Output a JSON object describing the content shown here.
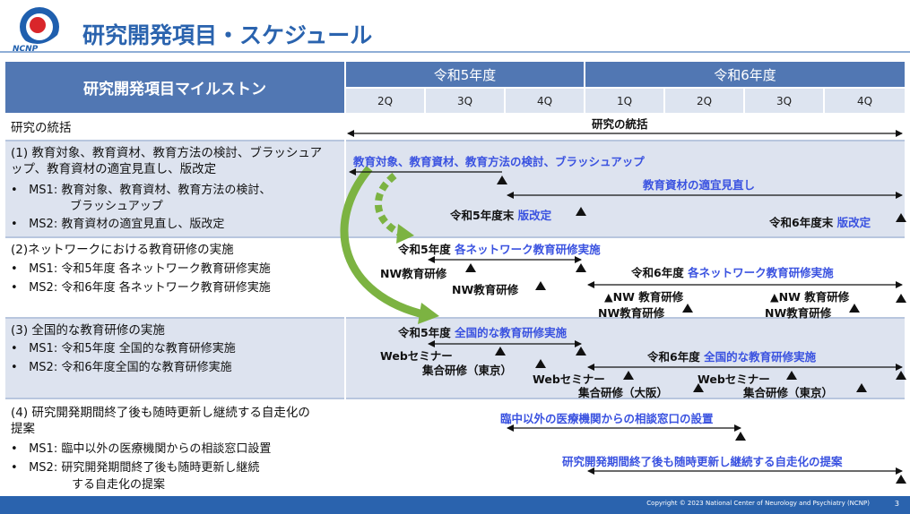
{
  "logo": {
    "text": "NCNP"
  },
  "title": "研究開発項目・スケジュール",
  "header": {
    "milestone_label": "研究開発項目マイルストン",
    "year1": "令和5年度",
    "year2": "令和6年度",
    "quarters": [
      "2Q",
      "3Q",
      "4Q",
      "1Q",
      "2Q",
      "3Q",
      "4Q"
    ]
  },
  "rows": [
    {
      "heading": "研究の統括",
      "bullets": []
    },
    {
      "heading": "(1) 教育対象、教育資材、教育方法の検討、ブラッシュアップ、教育資材の適宜見直し、版改定",
      "bullets": [
        "MS1: 教育対象、教育資材、教育方法の検討、",
        "ブラッシュアップ",
        "MS2: 教育資材の適宜見直し、版改定"
      ]
    },
    {
      "heading": "(2)ネットワークにおける教育研修の実施",
      "bullets": [
        "MS1: 令和5年度 各ネットワーク教育研修実施",
        "MS2: 令和6年度 各ネットワーク教育研修実施"
      ]
    },
    {
      "heading": "(3) 全国的な教育研修の実施",
      "bullets": [
        "MS1: 令和5年度 全国的な教育研修実施",
        "MS2: 令和6年度全国的な教育研修実施"
      ]
    },
    {
      "heading": "(4) 研究開発期間終了後も随時更新し継続する自走化の提案",
      "bullets": [
        "MS1: 臨中以外の医療機関からの相談窓口設置",
        "MS2: 研究開発期間終了後も随時更新し継続",
        "する自走化の提案"
      ]
    }
  ],
  "gantt": {
    "r0": {
      "label": "研究の統括"
    },
    "r1": {
      "bar1": "教育対象、教育資材、教育方法の検討、ブラッシュアップ",
      "bar2": "教育資材の適宜見直し",
      "m1_prefix": "令和5年度末",
      "m1_blue": "版改定",
      "m2_prefix": "令和6年度末",
      "m2_blue": "版改定"
    },
    "r2": {
      "y5_prefix": "令和5年度",
      "y5_blue": "各ネットワーク教育研修実施",
      "nw": "NW教育研修",
      "y6_prefix": "令和6年度",
      "y6_blue": "各ネットワーク教育研修実施",
      "nw_sp": "NW 教育研修"
    },
    "r3": {
      "y5_prefix": "令和5年度",
      "y5_blue": "全国的な教育研修実施",
      "web": "Webセミナー",
      "tokyo": "集合研修（東京）",
      "y6_prefix": "令和6年度",
      "y6_blue": "全国的な教育研修実施",
      "osaka": "集合研修（大阪）"
    },
    "r4": {
      "bar1": "臨中以外の医療機関からの相談窓口の設置",
      "bar2": "研究開発期間終了後も随時更新し継続する自走化の提案"
    }
  },
  "footer": {
    "copyright": "Copyright © 2023 National Center of Neurology and Psychiatry (NCNP)",
    "page": "3"
  },
  "colors": {
    "brand": "#2a63ae",
    "header": "#5177b3",
    "accent_text": "#3a52e0",
    "arrow_green": "#7cb342"
  }
}
